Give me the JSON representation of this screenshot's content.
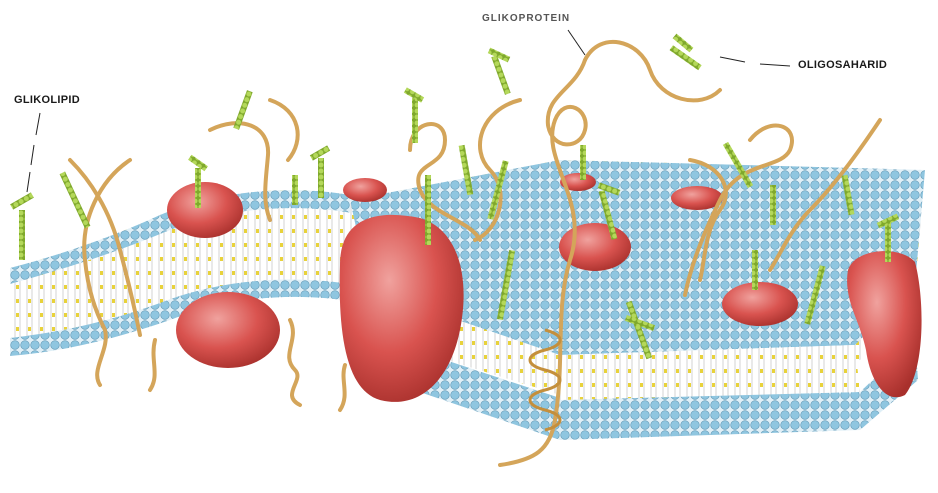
{
  "labels": {
    "glycolipid": "GLIKOLIPID",
    "glycoprotein": "GLIKOPROTEIN",
    "oligosaccharide": "OLIGOSAHARID"
  },
  "colors": {
    "protein": "#d9534f",
    "protein_dark": "#a8302c",
    "phospholipid_head": "#8fc6e0",
    "sugar_chain": "#9bc43c",
    "protein_strand": "#d4a55a",
    "cholesterol": "#e8d23a"
  }
}
